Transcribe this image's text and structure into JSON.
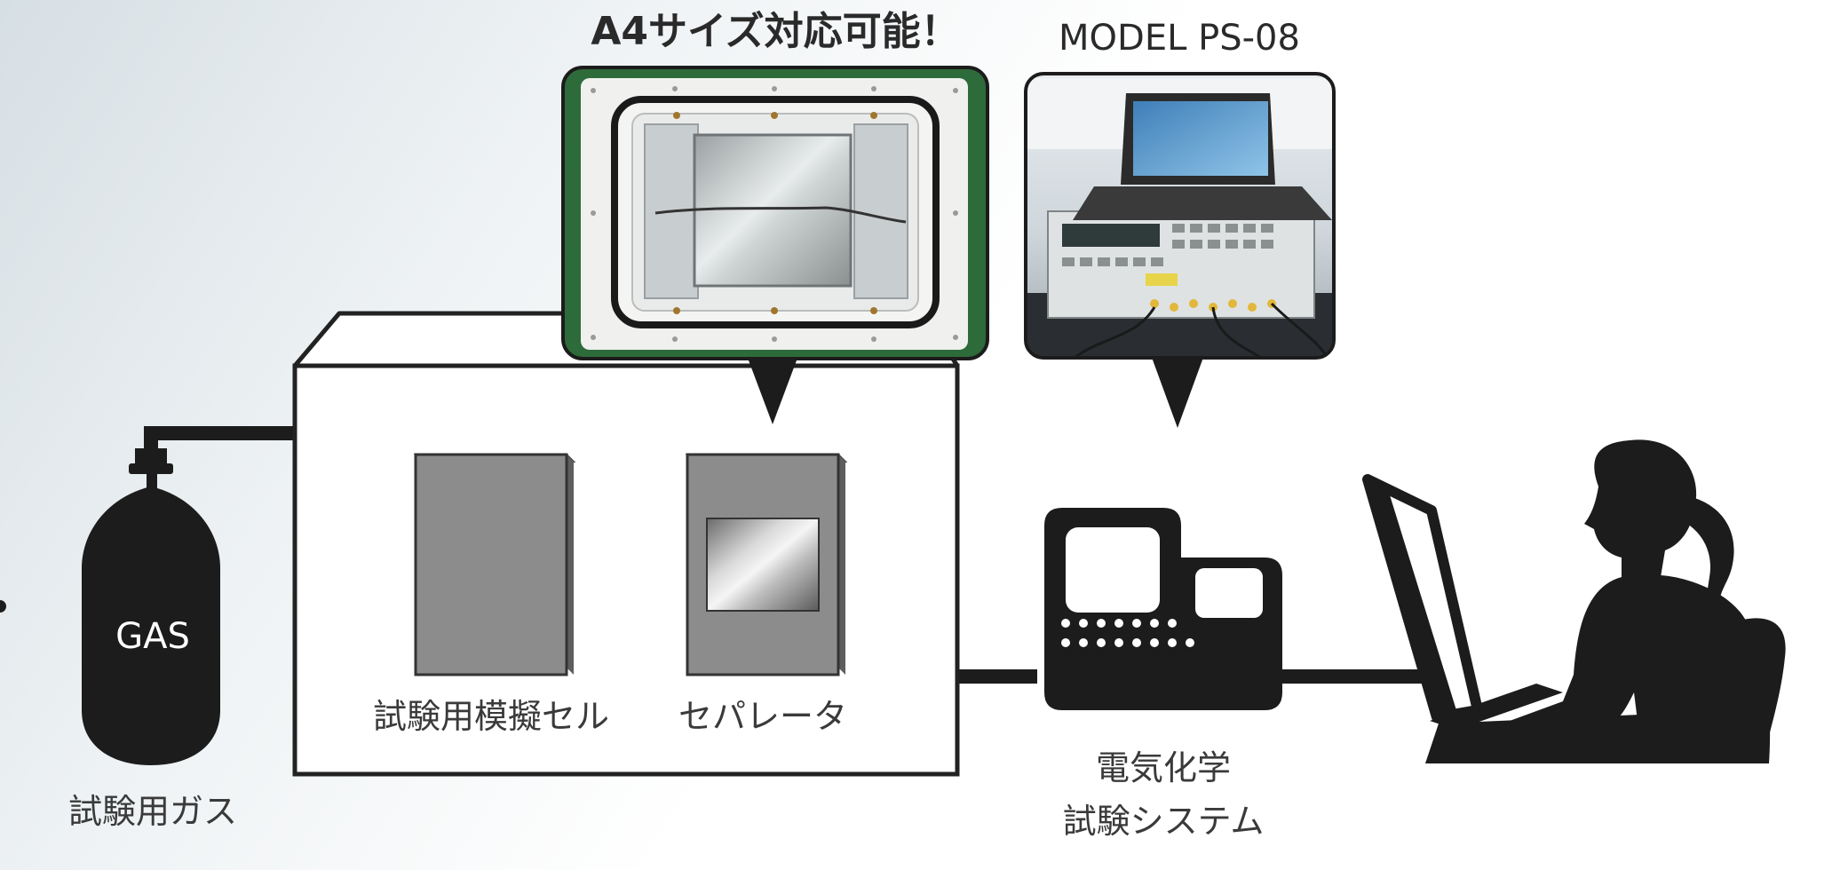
{
  "callouts": {
    "a4": "A4サイズ対応可能！",
    "model": "MODEL PS-08"
  },
  "labels": {
    "gas_tank": "GAS",
    "test_gas": "試験用ガス",
    "mock_cell": "試験用模擬セル",
    "separator": "セパレータ",
    "system_line1": "電気化学",
    "system_line2": "試験システム"
  },
  "colors": {
    "silhouette": "#1c1c1c",
    "panel_gray": "#8c8c8c",
    "frame_green": "#2e6b3a",
    "outline": "#222222"
  },
  "icons": {
    "gas": "gas-cylinder-icon",
    "instrument": "electrochemical-instrument-icon",
    "laptop": "laptop-icon",
    "operator": "operator-silhouette-icon"
  }
}
